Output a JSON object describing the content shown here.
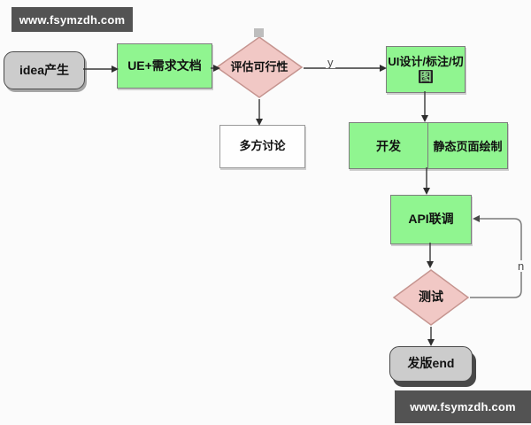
{
  "watermark": {
    "text": "www.fsymzdh.com",
    "bg_color": "#535353",
    "text_color": "#ffffff"
  },
  "flowchart": {
    "nodes": {
      "idea": {
        "label": "idea产生",
        "type": "terminator",
        "fill": "#cccccc"
      },
      "ue_doc": {
        "label": "UE+需求文档",
        "type": "process",
        "fill": "#90f590"
      },
      "feasibility": {
        "label": "评估可行性",
        "type": "decision",
        "fill": "#f1c8c5"
      },
      "discussion": {
        "label": "多方讨论",
        "type": "process",
        "fill": "#fefefe"
      },
      "ui_design": {
        "label": "UI设计/标注/切图",
        "line1": "UI设计/标注/切",
        "line2": "图",
        "type": "process",
        "fill": "#90f590"
      },
      "dev": {
        "label": "开发",
        "type": "process",
        "fill": "#90f590"
      },
      "static_page": {
        "label": "静态页面绘制",
        "type": "process",
        "fill": "#90f590"
      },
      "api": {
        "label": "API联调",
        "type": "process",
        "fill": "#90f590"
      },
      "test": {
        "label": "测试",
        "type": "decision",
        "fill": "#f1c8c5"
      },
      "release": {
        "label": "发版end",
        "type": "terminator",
        "fill": "#cccccc"
      }
    },
    "edge_labels": {
      "yes": "y",
      "no": "n"
    },
    "edges": [
      {
        "from": "idea",
        "to": "ue_doc"
      },
      {
        "from": "ue_doc",
        "to": "feasibility"
      },
      {
        "from": "feasibility",
        "to": "discussion"
      },
      {
        "from": "feasibility",
        "to": "ui_design",
        "label": "y"
      },
      {
        "from": "ui_design",
        "to": "dev/static_page"
      },
      {
        "from": "dev/static_page",
        "to": "api"
      },
      {
        "from": "api",
        "to": "test"
      },
      {
        "from": "test",
        "to": "api",
        "label": "n"
      },
      {
        "from": "test",
        "to": "release"
      }
    ],
    "colors": {
      "process_green": "#90f590",
      "decision_pink": "#f1c8c5",
      "terminator_gray": "#cccccc",
      "line": "#383838",
      "loop_line": "#7a7a7a",
      "background": "#fbfbfb"
    }
  }
}
